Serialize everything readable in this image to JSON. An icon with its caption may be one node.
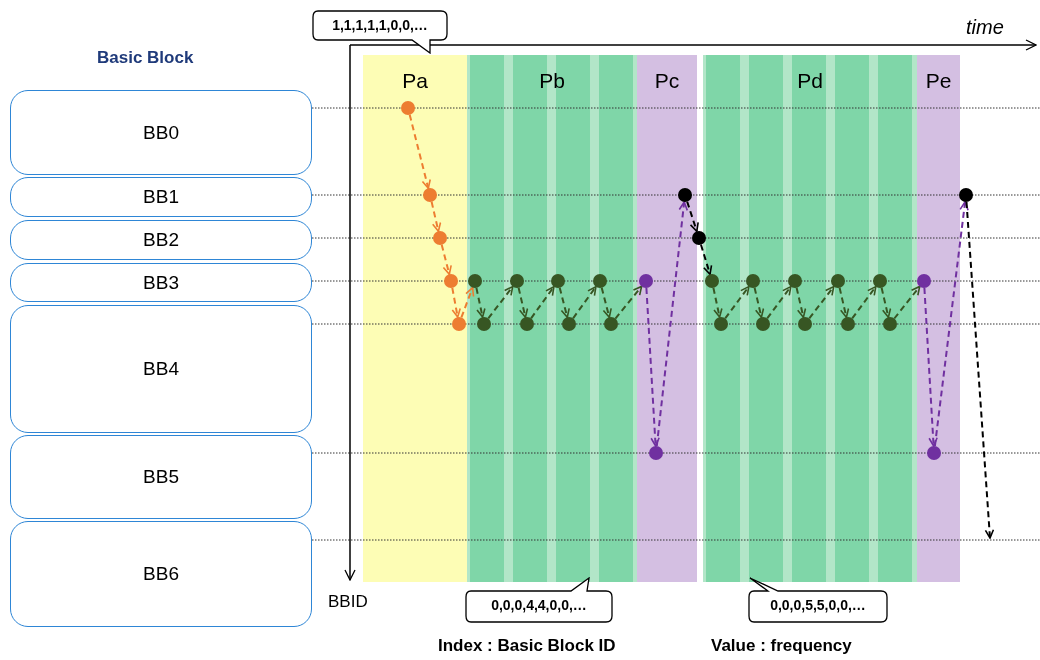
{
  "diagram": {
    "nodes": [
      {
        "text": [
          "BB0"
        ]
      },
      {
        "text": [
          "BB1"
        ]
      },
      {
        "text": [
          "BB2"
        ]
      },
      {
        "text": [
          "BB3"
        ]
      },
      {
        "text": [
          "BB4"
        ]
      },
      {
        "text": [
          "BB5"
        ]
      },
      {
        "text": [
          "BB6"
        ]
      },
      {
        "text": [
          "Pa"
        ]
      },
      {
        "text": [
          "Pb"
        ]
      },
      {
        "text": [
          "Pc"
        ]
      },
      {
        "text": [
          "Pd"
        ]
      },
      {
        "text": [
          "Pe"
        ]
      },
      {
        "text": [
          "1,1,1,1,1,0,0,…"
        ]
      },
      {
        "text": [
          "0,0,0,4,4,0,0,…"
        ]
      },
      {
        "text": [
          "0,0,0,5,5,0,0,…"
        ]
      },
      {
        "text": [],
        "shape": "circle",
        "in": 7
      },
      {
        "text": [],
        "shape": "circle",
        "in": 7
      },
      {
        "text": [],
        "shape": "circle",
        "in": 7
      },
      {
        "text": [],
        "shape": "circle",
        "in": 7
      },
      {
        "text": [],
        "shape": "circle",
        "in": 7
      },
      {
        "text": [],
        "shape": "circle",
        "in": 8
      },
      {
        "text": [],
        "shape": "circle",
        "in": 8
      },
      {
        "text": [],
        "shape": "circle",
        "in": 8
      },
      {
        "text": [],
        "shape": "circle",
        "in": 8
      },
      {
        "text": [],
        "shape": "circle",
        "in": 8
      },
      {
        "text": [],
        "shape": "circle",
        "in": 8
      },
      {
        "text": [],
        "shape": "circle",
        "in": 8
      },
      {
        "text": [],
        "shape": "circle",
        "in": 8
      },
      {
        "text": [],
        "shape": "circle",
        "in": 9
      },
      {
        "text": [],
        "shape": "circle",
        "in": 9
      },
      {
        "text": [],
        "shape": "circle",
        "in": 9
      },
      {
        "text": [],
        "shape": "circle"
      },
      {
        "text": [],
        "shape": "circle",
        "in": 10
      },
      {
        "text": [],
        "shape": "circle",
        "in": 10
      },
      {
        "text": [],
        "shape": "circle",
        "in": 10
      },
      {
        "text": [],
        "shape": "circle",
        "in": 10
      },
      {
        "text": [],
        "shape": "circle",
        "in": 10
      },
      {
        "text": [],
        "shape": "circle",
        "in": 10
      },
      {
        "text": [],
        "shape": "circle",
        "in": 10
      },
      {
        "text": [],
        "shape": "circle",
        "in": 10
      },
      {
        "text": [],
        "shape": "circle",
        "in": 10
      },
      {
        "text": [],
        "shape": "circle",
        "in": 10
      },
      {
        "text": [],
        "shape": "circle",
        "in": 11
      },
      {
        "text": [],
        "shape": "circle",
        "in": 11
      },
      {
        "text": [],
        "shape": "circle"
      }
    ],
    "edges": [
      {
        "from": 15,
        "to": 16,
        "arrow": "to",
        "style": "dashed",
        "color": "#ed7d31"
      },
      {
        "from": 16,
        "to": 17,
        "arrow": "to",
        "style": "dashed",
        "color": "#ed7d31"
      },
      {
        "from": 17,
        "to": 18,
        "arrow": "to",
        "style": "dashed",
        "color": "#ed7d31"
      },
      {
        "from": 18,
        "to": 19,
        "arrow": "to",
        "style": "dashed",
        "color": "#ed7d31"
      },
      {
        "from": 19,
        "to": 20,
        "arrow": "to",
        "style": "dashed",
        "color": "#ed7d31"
      },
      {
        "from": 20,
        "to": 21,
        "arrow": "to",
        "style": "dashed"
      },
      {
        "from": 21,
        "to": 22,
        "arrow": "to",
        "style": "dashed"
      },
      {
        "from": 22,
        "to": 23,
        "arrow": "to",
        "style": "dashed"
      },
      {
        "from": 23,
        "to": 24,
        "arrow": "to",
        "style": "dashed"
      },
      {
        "from": 24,
        "to": 25,
        "arrow": "to",
        "style": "dashed"
      },
      {
        "from": 25,
        "to": 26,
        "arrow": "to",
        "style": "dashed"
      },
      {
        "from": 26,
        "to": 27,
        "arrow": "to",
        "style": "dashed"
      },
      {
        "from": 27,
        "to": 28,
        "arrow": "to",
        "style": "dashed"
      },
      {
        "from": 28,
        "to": 29,
        "arrow": "to",
        "style": "dashed",
        "color": "#7030a0"
      },
      {
        "from": 29,
        "to": 30,
        "arrow": "to",
        "style": "dashed",
        "color": "#7030a0"
      },
      {
        "from": 30,
        "to": 31,
        "arrow": "to",
        "style": "dashed",
        "color": "#000000"
      },
      {
        "from": 31,
        "to": 32,
        "arrow": "to",
        "style": "dashed",
        "color": "#000000"
      },
      {
        "from": 32,
        "to": 33,
        "arrow": "to",
        "style": "dashed"
      },
      {
        "from": 33,
        "to": 34,
        "arrow": "to",
        "style": "dashed"
      },
      {
        "from": 34,
        "to": 35,
        "arrow": "to",
        "style": "dashed"
      },
      {
        "from": 35,
        "to": 36,
        "arrow": "to",
        "style": "dashed"
      },
      {
        "from": 36,
        "to": 37,
        "arrow": "to",
        "style": "dashed"
      },
      {
        "from": 37,
        "to": 38,
        "arrow": "to",
        "style": "dashed"
      },
      {
        "from": 38,
        "to": 39,
        "arrow": "to",
        "style": "dashed"
      },
      {
        "from": 39,
        "to": 40,
        "arrow": "to",
        "style": "dashed"
      },
      {
        "from": 40,
        "to": 41,
        "arrow": "to",
        "style": "dashed"
      },
      {
        "from": 41,
        "to": 42,
        "arrow": "to",
        "style": "dashed"
      },
      {
        "from": 42,
        "to": 43,
        "arrow": "to",
        "style": "dashed",
        "color": "#7030a0"
      },
      {
        "from": 43,
        "to": 44,
        "arrow": "to",
        "style": "dashed",
        "color": "#7030a0"
      },
      {
        "from": 44,
        "to": null,
        "arrow": "to",
        "style": "dashed",
        "color": "#000000"
      }
    ],
    "labels": [
      "Basic Block",
      "time",
      "BBID",
      "Index :  Basic Block ID",
      "Value :  frequency"
    ]
  }
}
